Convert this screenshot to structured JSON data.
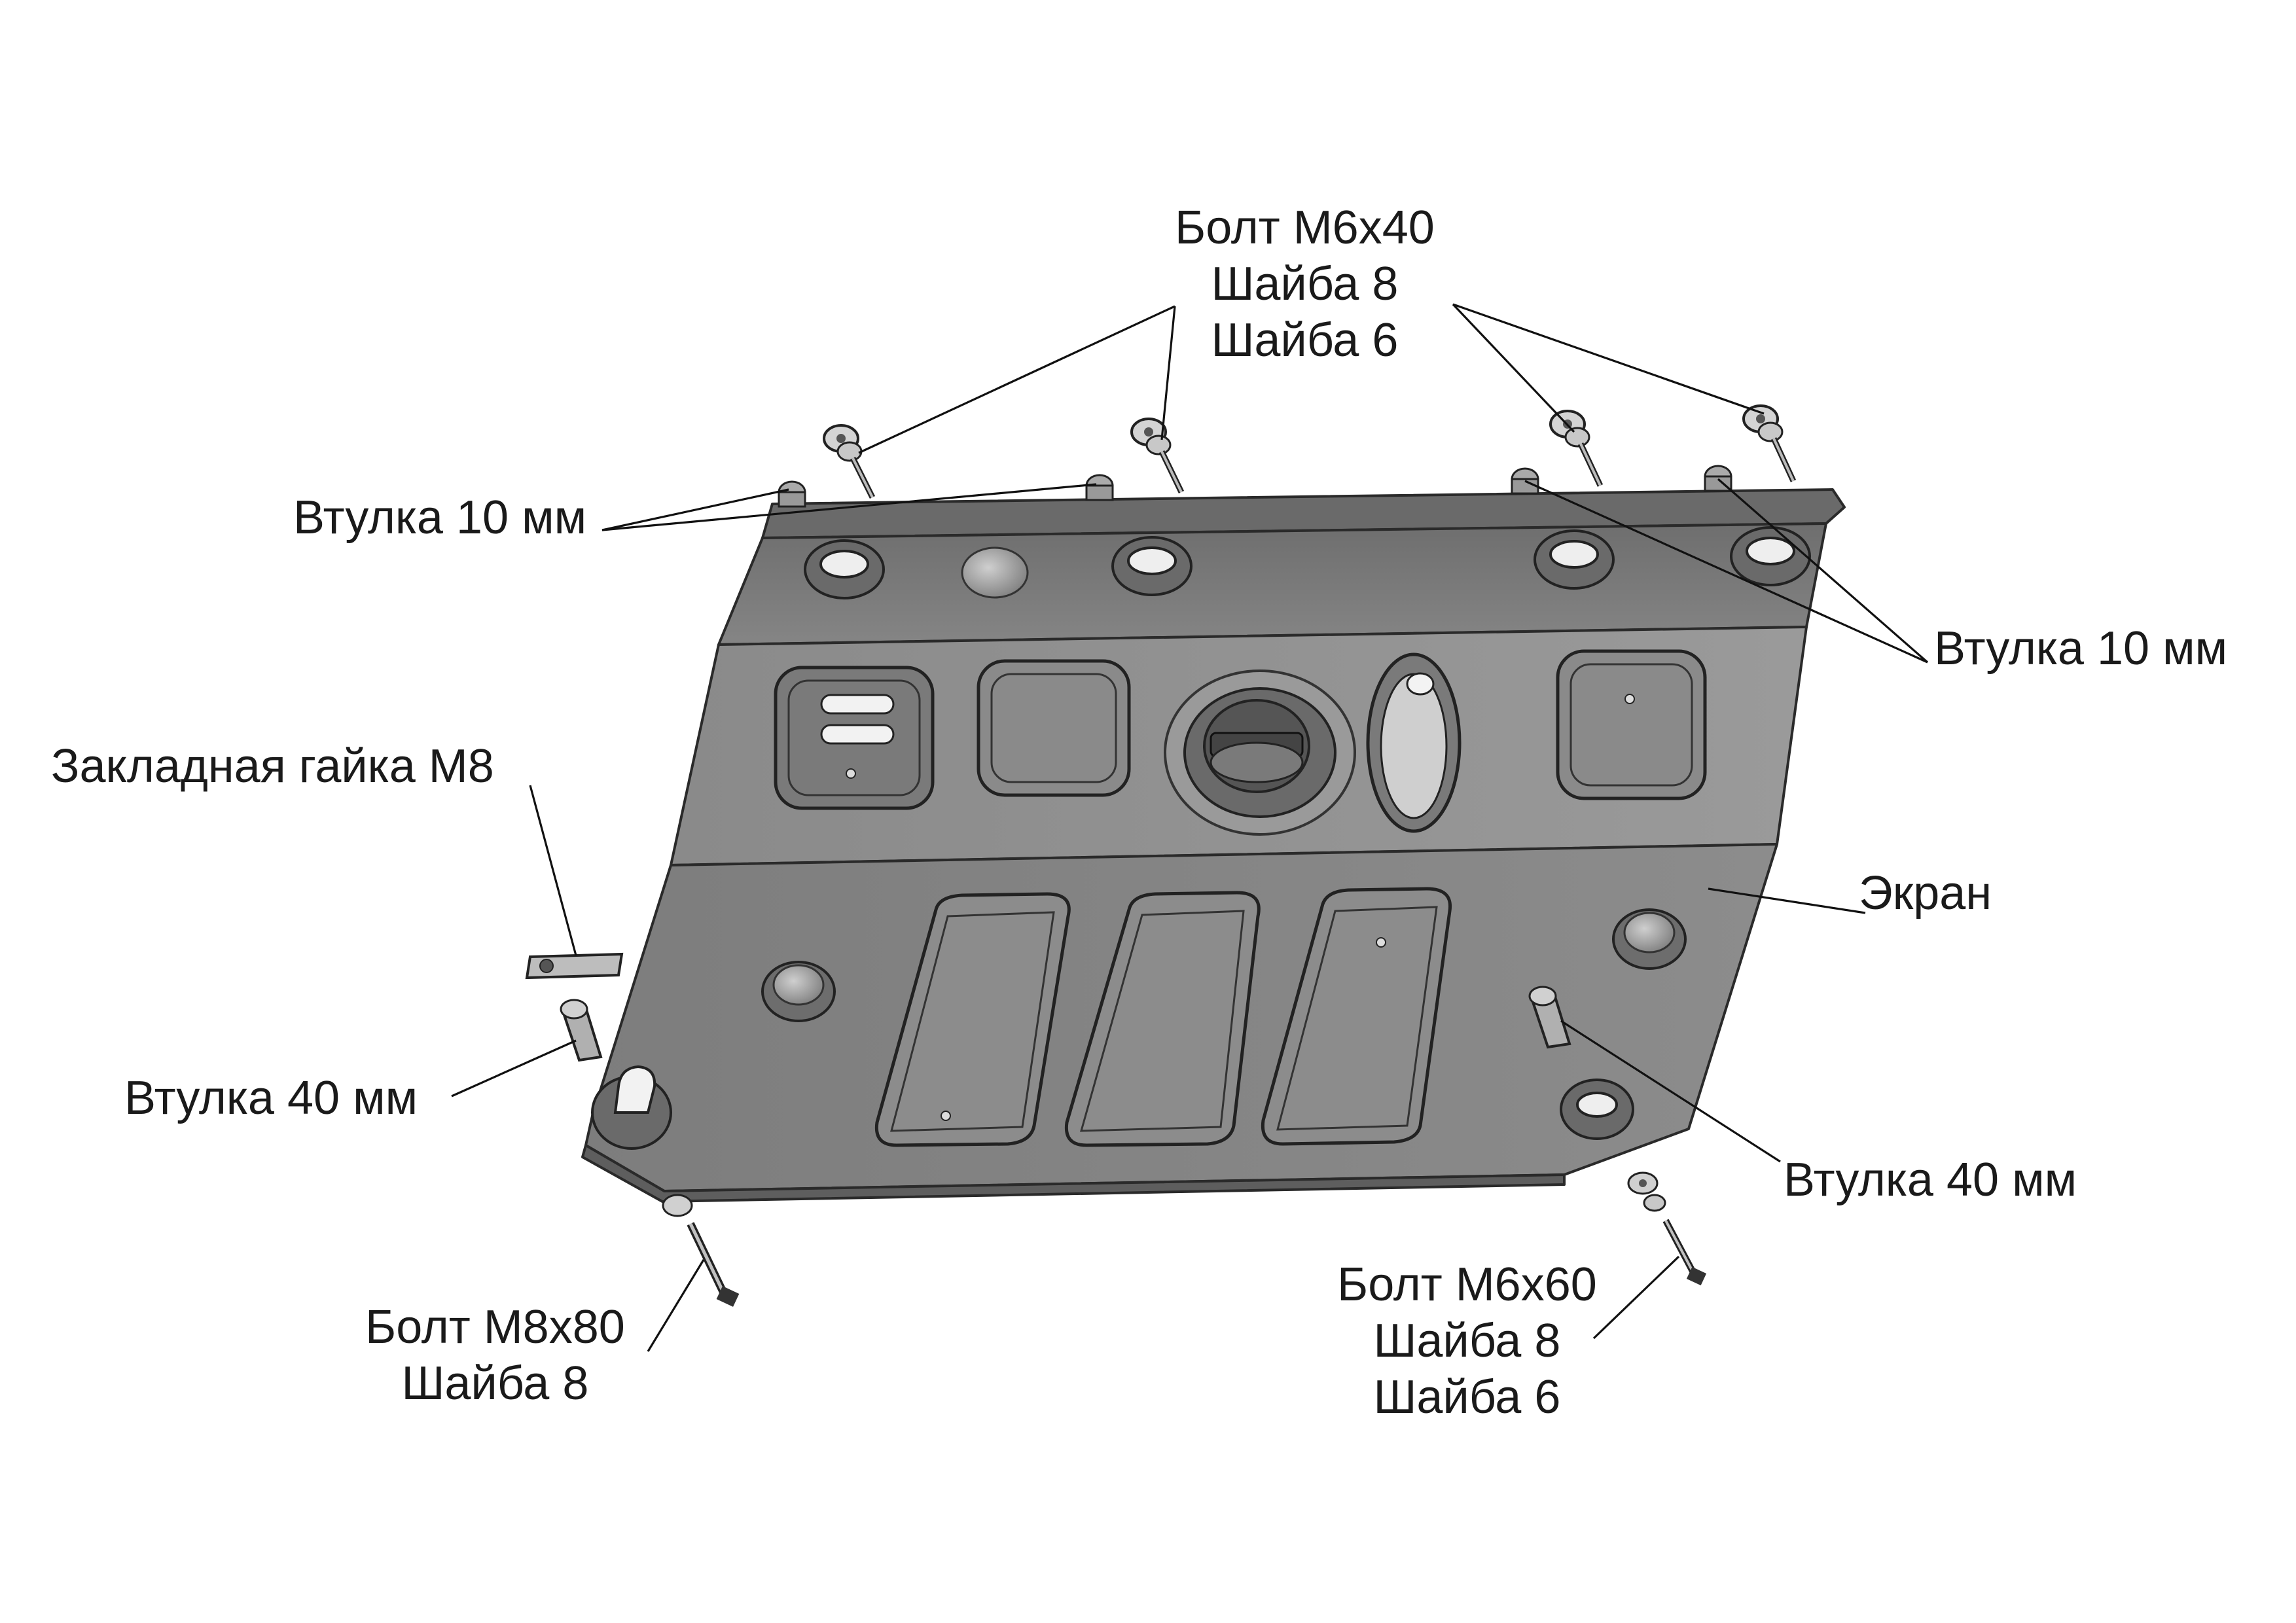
{
  "labels": {
    "bolt_m6x40": [
      "Болт M6x40",
      "Шайба 8",
      "Шайба 6"
    ],
    "bushing_10_left": "Втулка 10 мм",
    "bushing_10_right": "Втулка 10 мм",
    "weld_nut": "Закладная гайка М8",
    "screen": "Экран",
    "bushing_40_left": "Втулка 40 мм",
    "bushing_40_right": "Втулка 40 мм",
    "bolt_m8x80": [
      "Болт M8x80",
      "Шайба 8"
    ],
    "bolt_m6x60": [
      "Болт M6x60",
      "Шайба 8",
      "Шайба 6"
    ]
  },
  "colors": {
    "plate_dark": "#7b7b7b",
    "plate_mid": "#8f8f8f",
    "plate_light": "#a9a9a9",
    "plate_edge": "#5a5a5a",
    "fastener": "#b8b8b8",
    "leader_line": "#111111"
  }
}
